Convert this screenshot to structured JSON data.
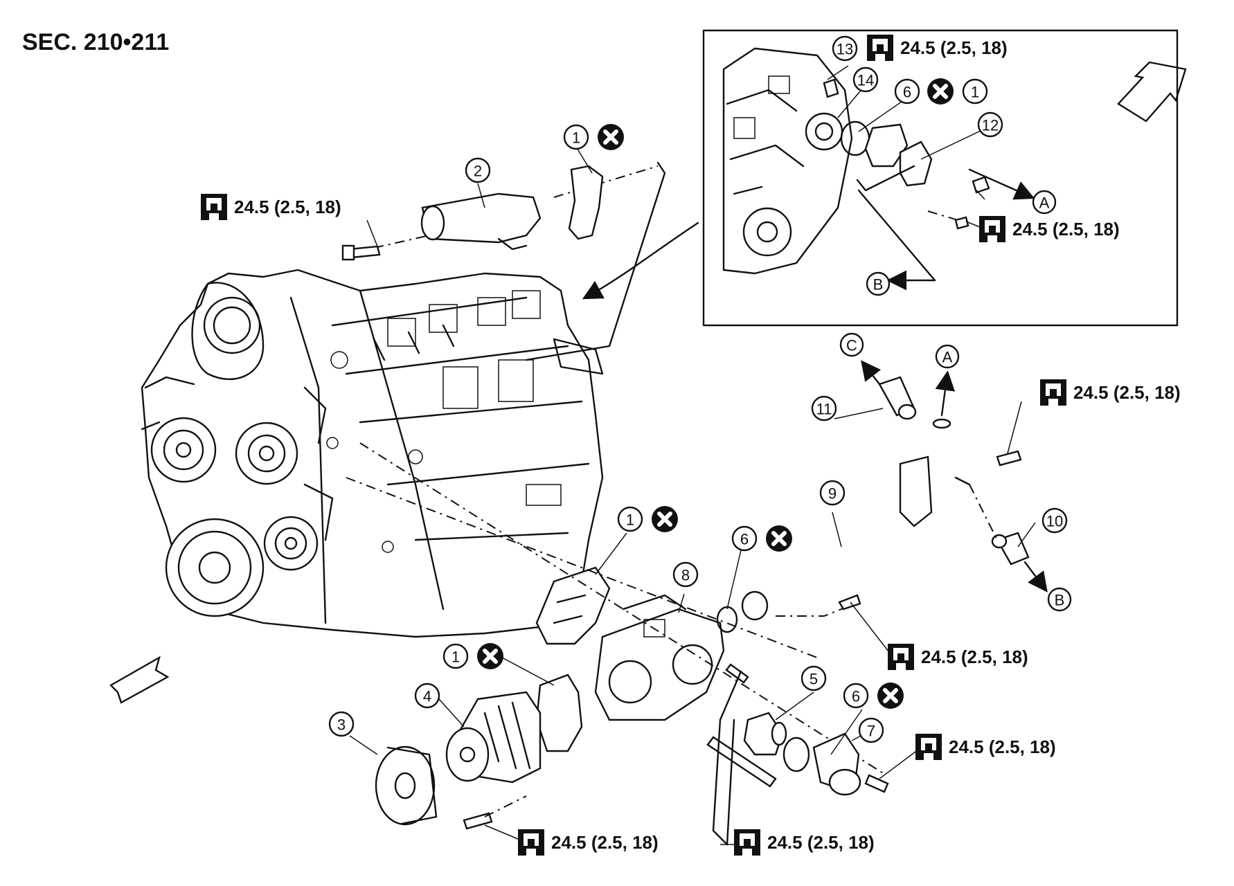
{
  "section_label": "SEC. 210•211",
  "torque": "24.5 (2.5, 18)",
  "colors": {
    "ink": "#111111",
    "background": "#ffffff"
  },
  "icons": {
    "torque": "torque-wrench-icon",
    "no_reuse": "do-not-reuse-icon",
    "front": "front-arrow-icon"
  },
  "callouts": {
    "n1": "1",
    "n2": "2",
    "n3": "3",
    "n4": "4",
    "n5": "5",
    "n6": "6",
    "n7": "7",
    "n8": "8",
    "n9": "9",
    "n10": "10",
    "n11": "11",
    "n12": "12",
    "n13": "13",
    "n14": "14",
    "a": "A",
    "b": "B",
    "c": "C"
  }
}
